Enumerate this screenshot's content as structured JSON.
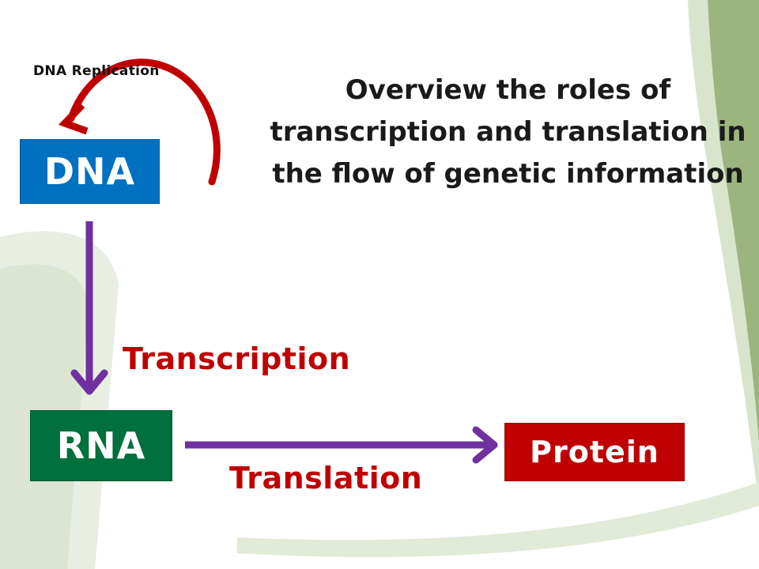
{
  "slide": {
    "title": "Overview the roles of transcription and translation in the flow of genetic information",
    "replication_label": "DNA Replication"
  },
  "nodes": {
    "dna": "DNA",
    "rna": "RNA",
    "protein": "Protein"
  },
  "processes": {
    "transcription": "Transcription",
    "translation": "Translation"
  },
  "colors": {
    "dna_box": "#0070c0",
    "rna_box": "#00703c",
    "protein_box": "#c00000",
    "process_text": "#c00000",
    "replication_arrow": "#c00000",
    "flow_arrow": "#7030a0",
    "bg_green": "#9bb57f"
  }
}
